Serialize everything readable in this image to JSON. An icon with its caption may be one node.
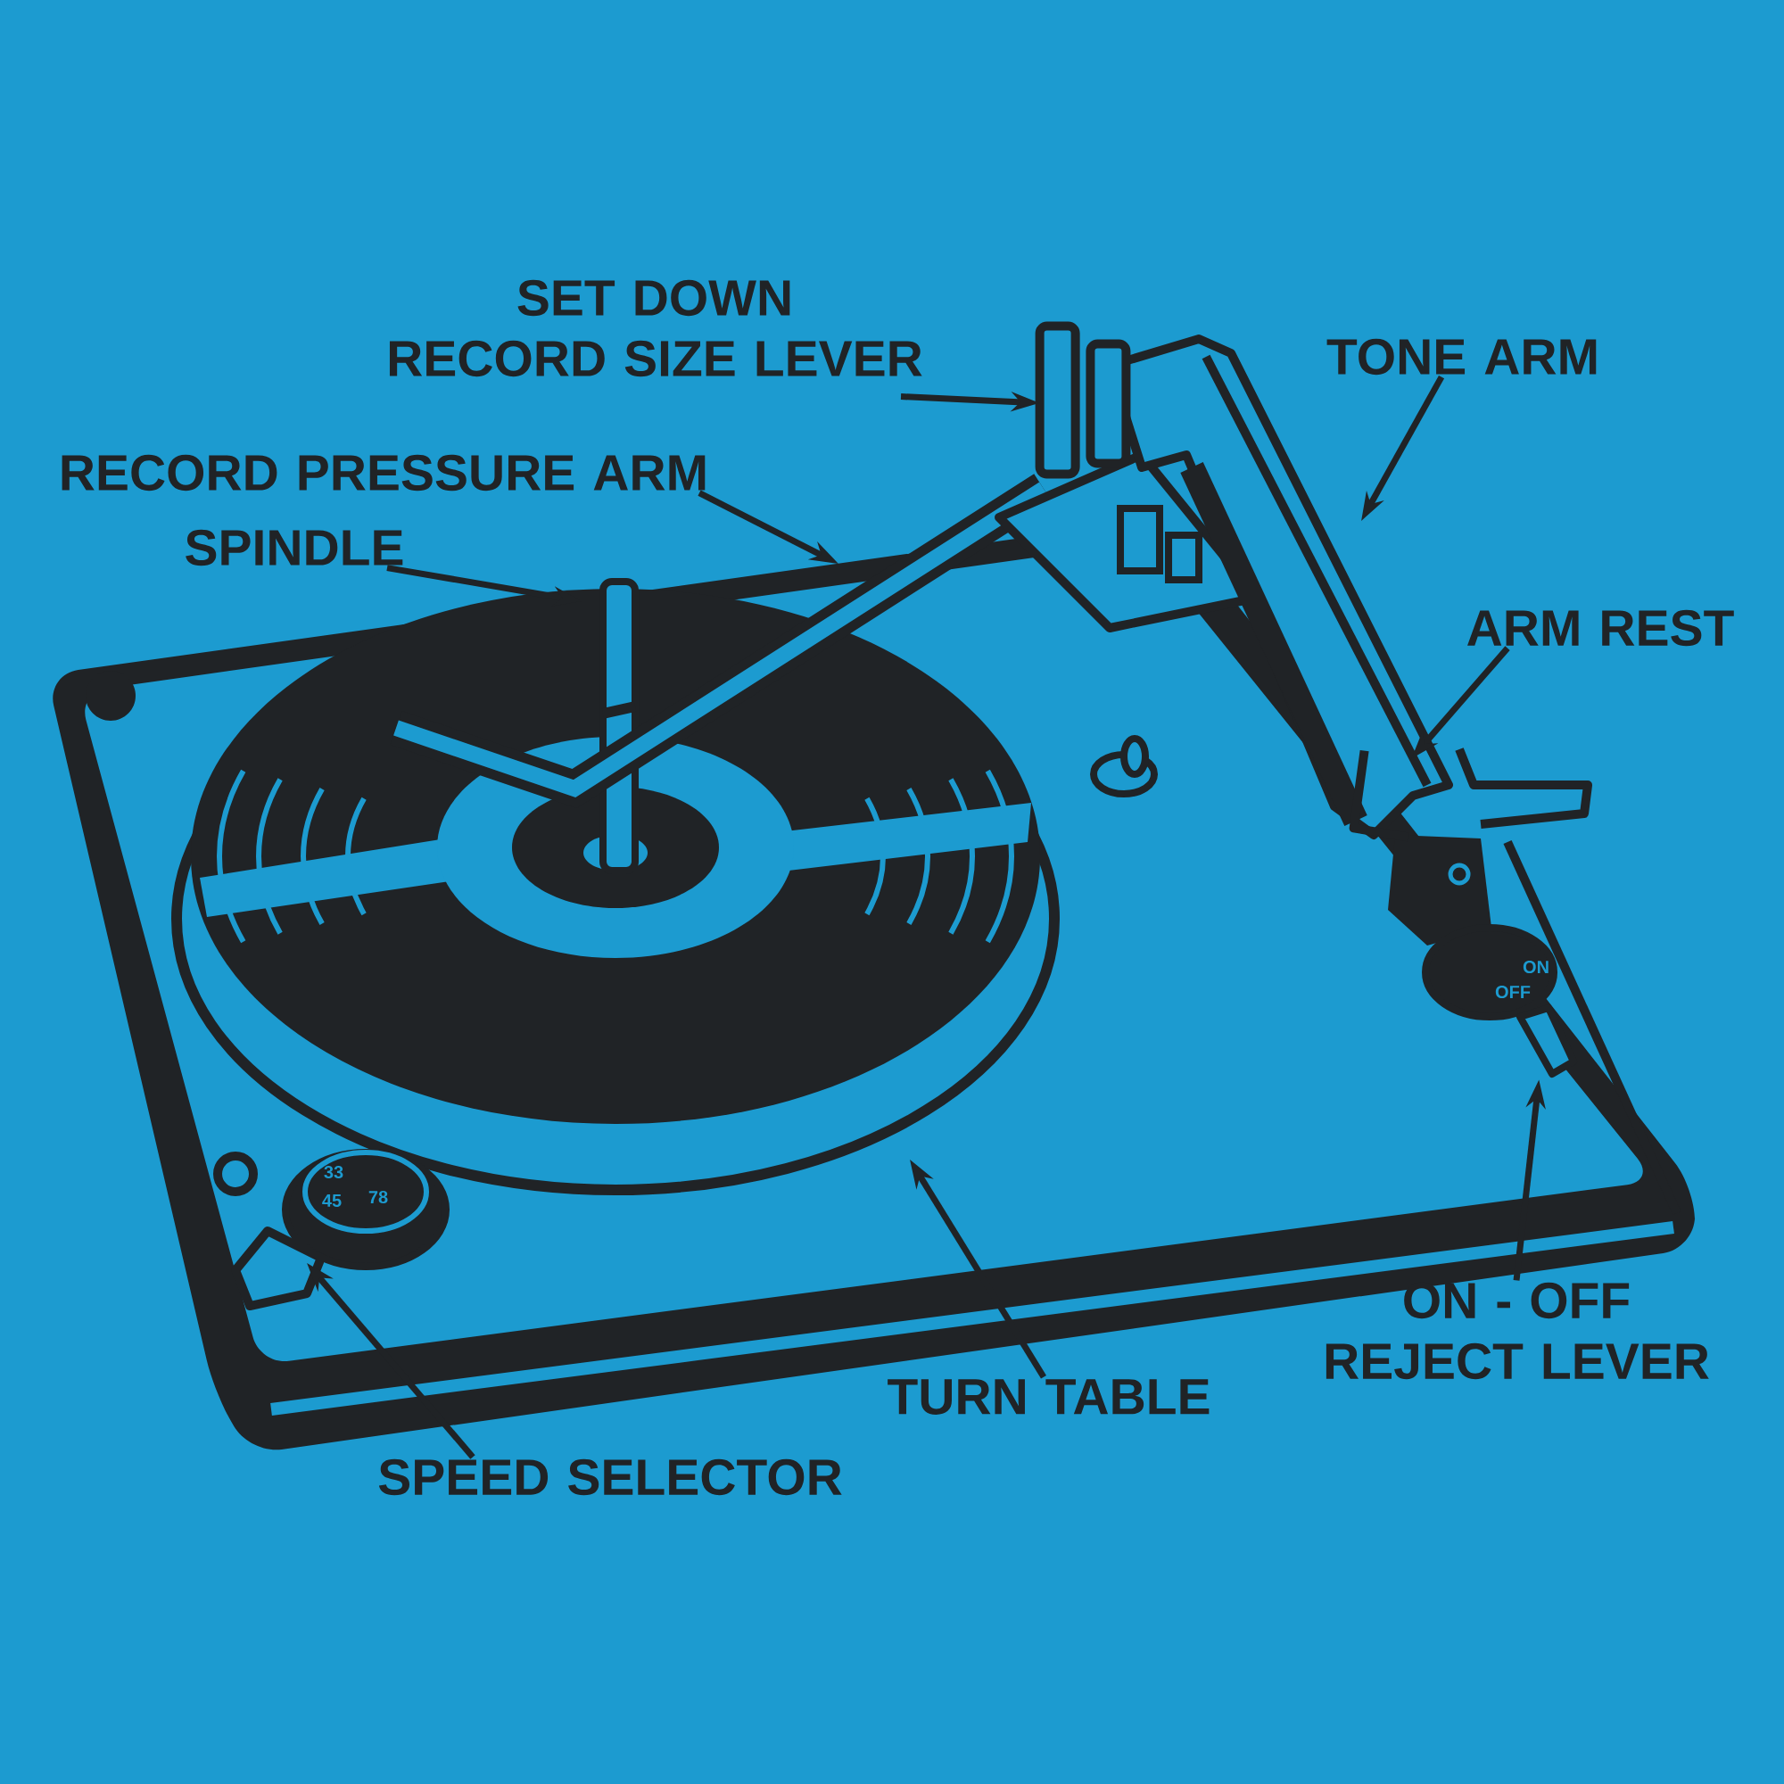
{
  "diagram": {
    "nodes": [
      {
        "text": [
          "SET DOWN RECORD SIZE LEVER"
        ]
      },
      {
        "text": [
          "TONE ARM"
        ]
      },
      {
        "text": [
          "RECORD PRESSURE ARM"
        ]
      },
      {
        "text": [
          "SPINDLE"
        ]
      },
      {
        "text": [
          "ARM REST"
        ]
      },
      {
        "text": [
          "ON - OFF REJECT LEVER"
        ]
      },
      {
        "text": [
          "TURN TABLE"
        ]
      },
      {
        "text": [
          "SPEED SELECTOR"
        ]
      },
      {
        "text": [],
        "shape": "picture"
      },
      {
        "text": [],
        "shape": "picture"
      },
      {
        "text": [],
        "shape": "picture"
      }
    ],
    "edges": [
      {
        "from": 0,
        "to": 8,
        "arrow": "to"
      },
      {
        "from": 1,
        "to": null,
        "arrow": "to"
      },
      {
        "from": 2,
        "to": null,
        "arrow": "to"
      },
      {
        "from": 3,
        "to": null,
        "arrow": "to"
      },
      {
        "from": 4,
        "to": 9,
        "arrow": "to"
      },
      {
        "from": 5,
        "to": 10,
        "arrow": "to"
      },
      {
        "from": 6,
        "to": null,
        "arrow": "to"
      },
      {
        "from": 7,
        "to": null,
        "arrow": "to"
      }
    ],
    "labels": [
      "33",
      "45",
      "78",
      "ON",
      "OFF"
    ]
  }
}
